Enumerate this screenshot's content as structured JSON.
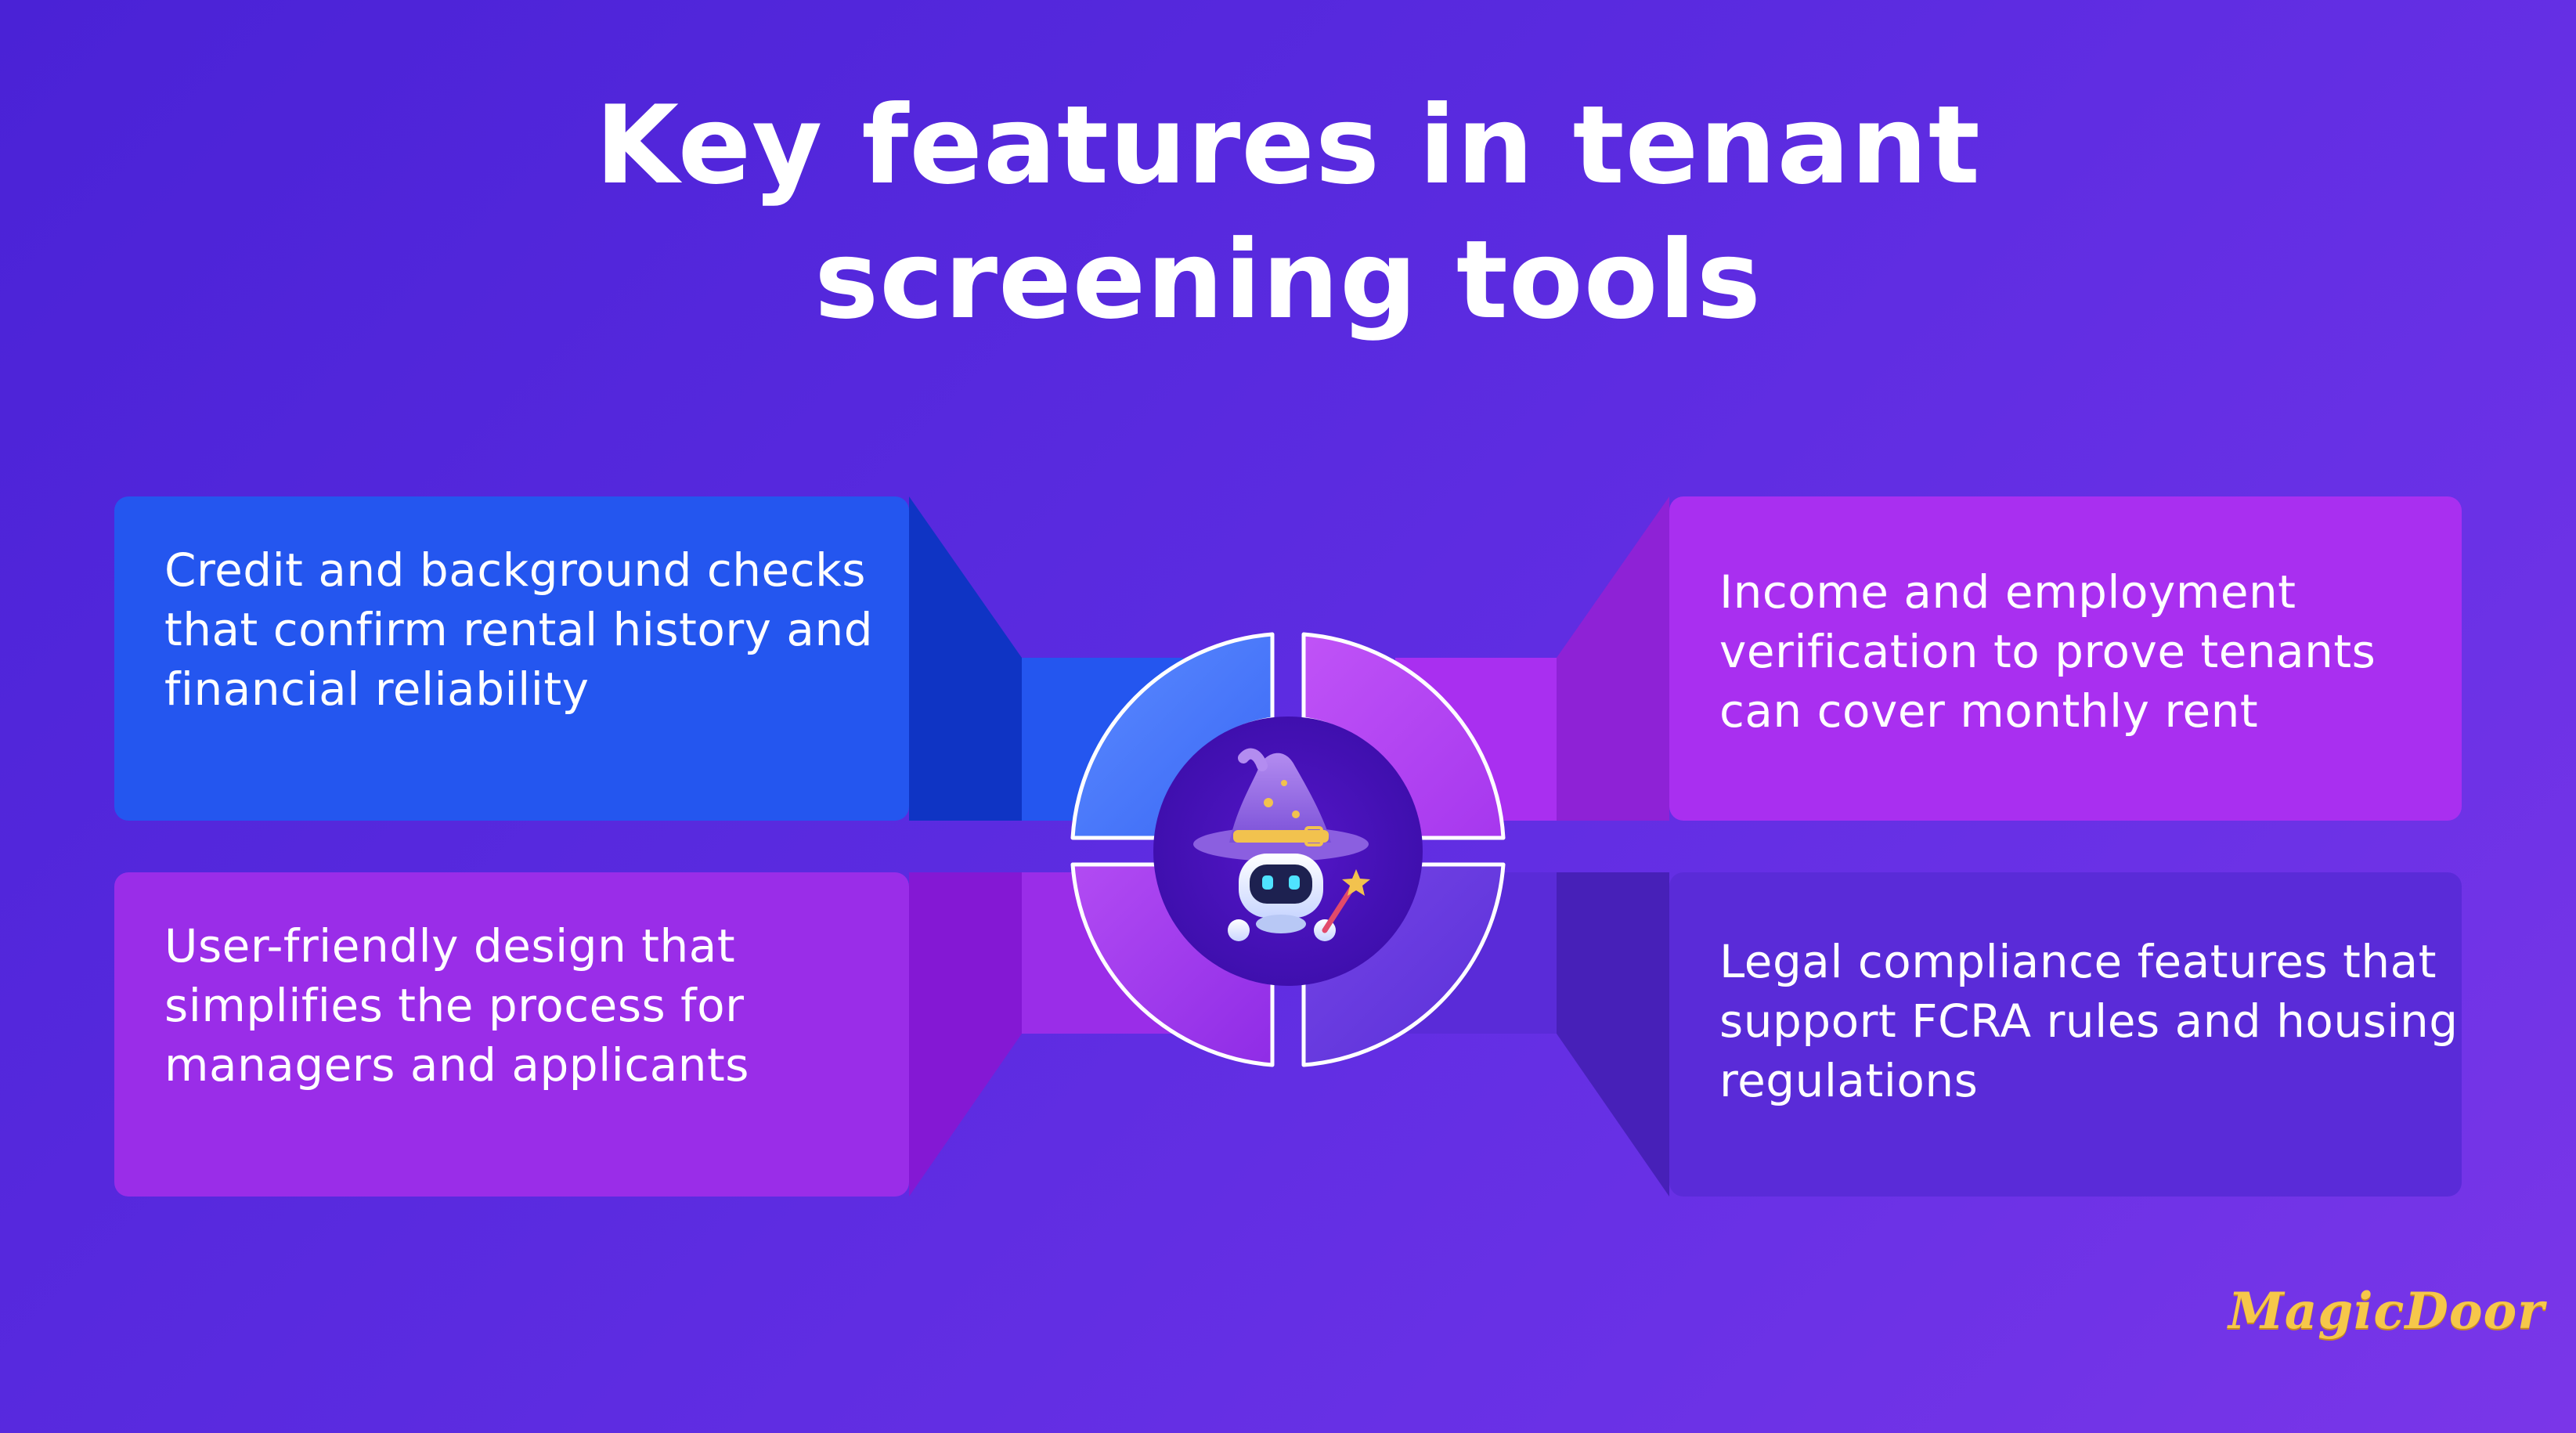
{
  "title": {
    "line1": "Key features in tenant",
    "line2": "screening tools"
  },
  "features": [
    {
      "position": "top-left",
      "text": "Credit and background checks that confirm rental history and financial reliability",
      "color": "#2456ef"
    },
    {
      "position": "top-right",
      "text": "Income and employment verification to prove tenants can cover monthly rent",
      "color": "#a92ff0"
    },
    {
      "position": "bottom-left",
      "text": "User-friendly design that simplifies the process for managers and applicants",
      "color": "#9a2de8"
    },
    {
      "position": "bottom-right",
      "text": "Legal compliance features that support FCRA rules and housing regulations",
      "color": "#5a2bd8"
    }
  ],
  "center": {
    "icon": "wizard-robot-icon"
  },
  "logo": {
    "text": "MagicDoor"
  }
}
